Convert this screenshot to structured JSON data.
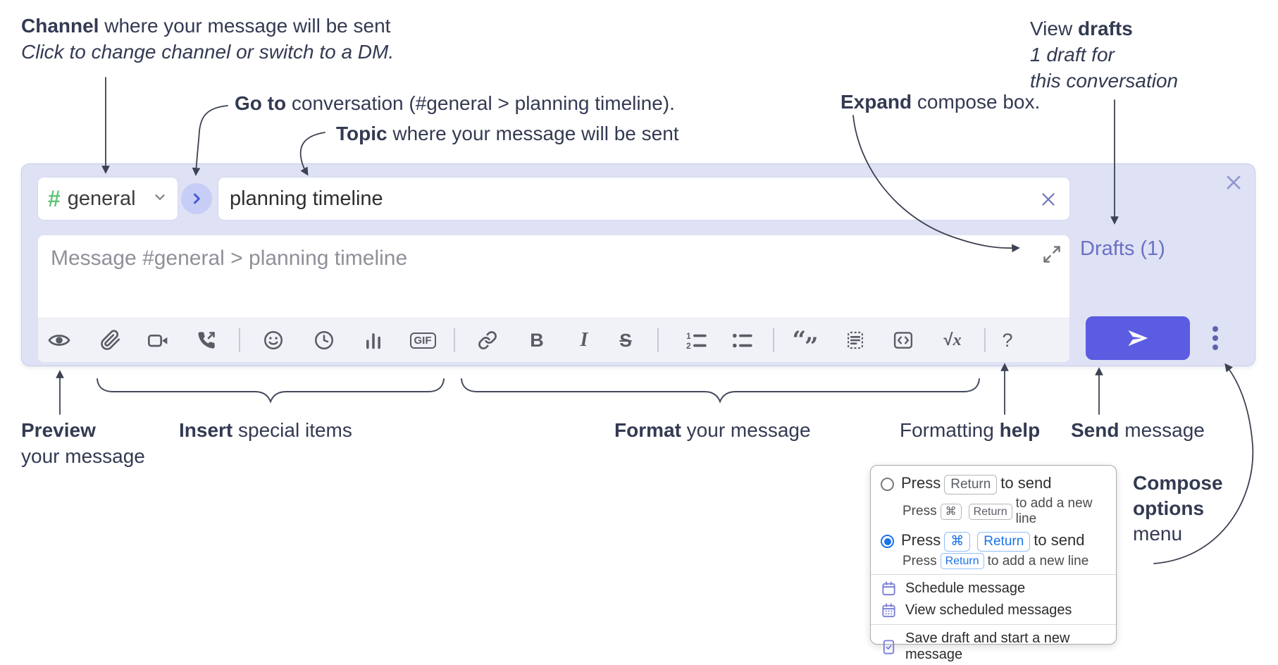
{
  "annotations": {
    "channel": {
      "bold": "Channel",
      "rest": " where your message will be sent",
      "line2": "Click to change channel or switch to a DM."
    },
    "goto": {
      "bold": "Go to",
      "rest": " conversation (#general > planning timeline)."
    },
    "topic": {
      "bold": "Topic",
      "rest": " where your message will be sent"
    },
    "expand": {
      "bold": "Expand",
      "rest": " compose box."
    },
    "view_drafts": {
      "pre": "View ",
      "bold": "drafts",
      "line2": "1 draft for",
      "line3": "this conversation"
    },
    "preview": {
      "bold": "Preview",
      "line2": "your message"
    },
    "insert": {
      "bold": "Insert",
      "rest": " special items"
    },
    "format": {
      "bold": "Format",
      "rest": " your message"
    },
    "formatting_help": {
      "pre": "Formatting ",
      "bold": "help"
    },
    "send": {
      "bold": "Send",
      "rest": " message"
    },
    "compose_options": {
      "bold_line1": "Compose",
      "bold_line2": "options",
      "line3": "menu"
    }
  },
  "compose": {
    "channel_hash": "#",
    "channel_name": "general",
    "topic_value": "planning timeline",
    "message_placeholder": "Message #general > planning timeline",
    "drafts_link": "Drafts (1)",
    "toolbar": {
      "gif": "GIF",
      "bold": "B",
      "italic": "I",
      "strike": "S",
      "math_root": "√",
      "math_var": "x",
      "help": "?",
      "quote_open": "“",
      "quote_close": "”"
    }
  },
  "compose_options_menu": {
    "option_return": {
      "pre": "Press",
      "key": "Return",
      "post": "to send",
      "sub_pre": "Press",
      "sub_keys": [
        "⌘",
        "Return"
      ],
      "sub_post": "to add a new line"
    },
    "option_cmd_return": {
      "pre": "Press",
      "keys": [
        "⌘",
        "Return"
      ],
      "post": "to send",
      "sub_pre": "Press",
      "sub_key": "Return",
      "sub_post": "to add a new line"
    },
    "schedule": "Schedule message",
    "view_scheduled": "View scheduled messages",
    "save_draft": "Save draft and start a new message"
  },
  "colors": {
    "compose_bg": "#dfe2f4",
    "send_button": "#5b5ce2",
    "accent_link": "#6a70c4",
    "hash_green": "#63c378",
    "kbd_blue": "#1a73e8",
    "annotation_text": "#333a52"
  }
}
